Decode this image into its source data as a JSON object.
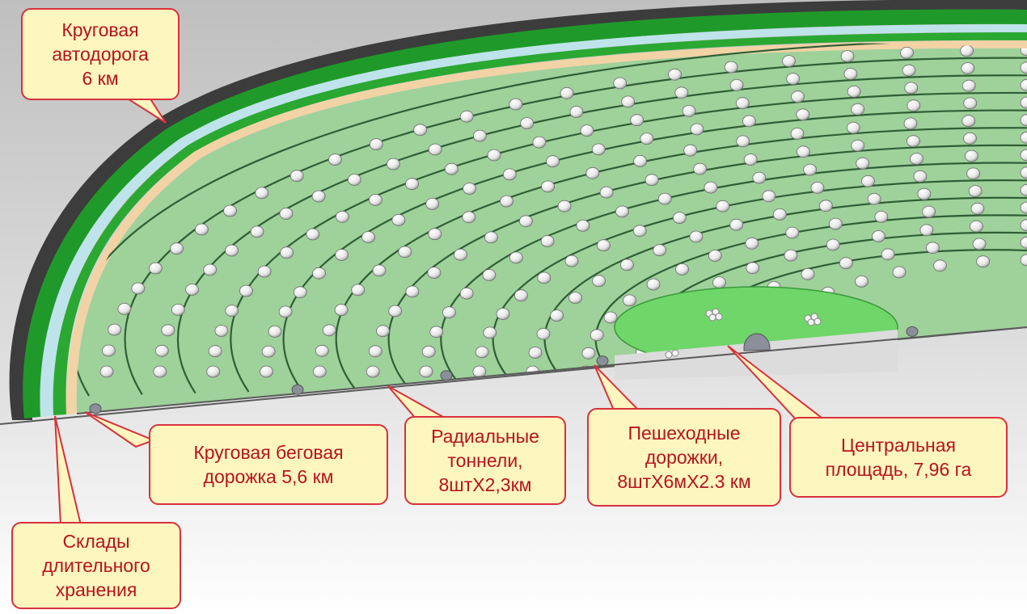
{
  "callouts": {
    "ring_road": "Круговая\nавтодорога\n6 км",
    "running_track": "Круговая беговая\nдорожка 5,6 км",
    "radial_tunnels": "Радиальные\nтоннели,\n8штХ2,3км",
    "footpaths": "Пешеходные\nдорожки,\n8штХ6мХ2.3 км",
    "central_square": "Центральная\nплощадь, 7,96 га",
    "warehouses": "Склады\nдлительного\nхранения"
  },
  "colors": {
    "callout_fill": "#fdf6bf",
    "callout_border": "#d8313c",
    "callout_text": "#b7141e",
    "terrace_green": "#9fd19b",
    "road_green": "#1f9a2a",
    "plaza_green": "#6fd66a",
    "track_beige": "#f1d3a6"
  }
}
